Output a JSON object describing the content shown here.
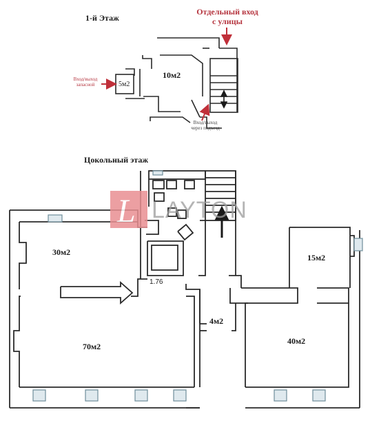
{
  "floor1": {
    "title": "1-й Этаж",
    "entrance_label_line1": "Отдельный вход",
    "entrance_label_line2": "с улицы",
    "room_10": "10м2",
    "room_5": "5м2",
    "emergency_line1": "Вход/выход",
    "emergency_line2": "запасной",
    "porch_line1": "Вход/выход",
    "porch_line2": "через подъезд"
  },
  "basement": {
    "title": "Цокольный этаж",
    "room_30": "30м2",
    "room_70": "70м2",
    "room_4": "4м2",
    "room_15": "15м2",
    "room_40": "40м2",
    "dimension": "1.76"
  },
  "logo": {
    "mark": "L",
    "text": "LAYTON"
  },
  "colors": {
    "wall": "#2a2a2a",
    "accent_red": "#c0303a",
    "window": "#7aa3b5",
    "logo_mark": "#e98f92",
    "logo_text": "#9c9c9c"
  }
}
